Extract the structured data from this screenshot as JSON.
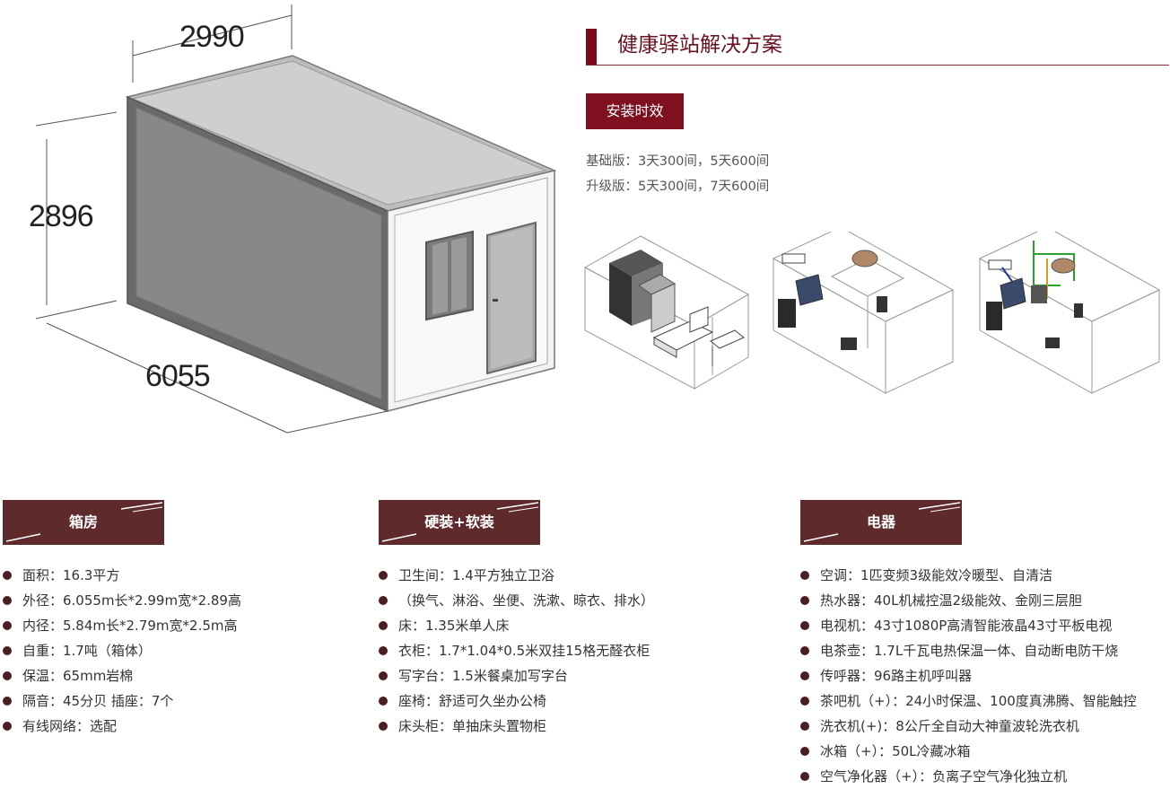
{
  "dimensions": {
    "width": "2990",
    "height": "2896",
    "length": "6055"
  },
  "header": {
    "title": "健康驿站解决方案"
  },
  "install": {
    "badge": "安装时效",
    "lines": [
      "基础版：3天300间，5天600间",
      "升级版：5天300间，7天600间"
    ]
  },
  "sections": [
    {
      "title": "箱房",
      "items": [
        "面积：16.3平方",
        "外径：6.055m长*2.99m宽*2.89高",
        "内径：5.84m长*2.79m宽*2.5m高",
        "自重：1.7吨（箱体）",
        "保温：65mm岩棉",
        "隔音：45分贝 插座：7个",
        "有线网络：选配"
      ]
    },
    {
      "title": "硬装+软装",
      "items": [
        "卫生间：1.4平方独立卫浴",
        "（换气、淋浴、坐便、洗漱、晾衣、排水）",
        "床：1.35米单人床",
        "衣柜：1.7*1.04*0.5米双挂15格无醛衣柜",
        "写字台：1.5米餐桌加写字台",
        "座椅：舒适可久坐办公椅",
        "床头柜：单抽床头置物柜"
      ]
    },
    {
      "title": "电器",
      "items": [
        "空调：1匹变频3级能效冷暖型、自清洁",
        "热水器：40L机械控温2级能效、金刚三层胆",
        "电视机：43寸1080P高清智能液晶43寸平板电视",
        "电茶壶：1.7L千瓦电热保温一体、自动断电防干烧",
        "传呼器：96路主机呼叫器",
        "茶吧机（+）：24小时保温、100度真沸腾、智能触控",
        "洗衣机(+)：8公斤全自动大神童波轮洗衣机",
        "冰箱（+）：50L冷藏冰箱",
        "空气净化器（+）：负离子空气净化独立机"
      ]
    }
  ],
  "colors": {
    "accent": "#7a0a1c",
    "tab": "#5e2a2c"
  }
}
